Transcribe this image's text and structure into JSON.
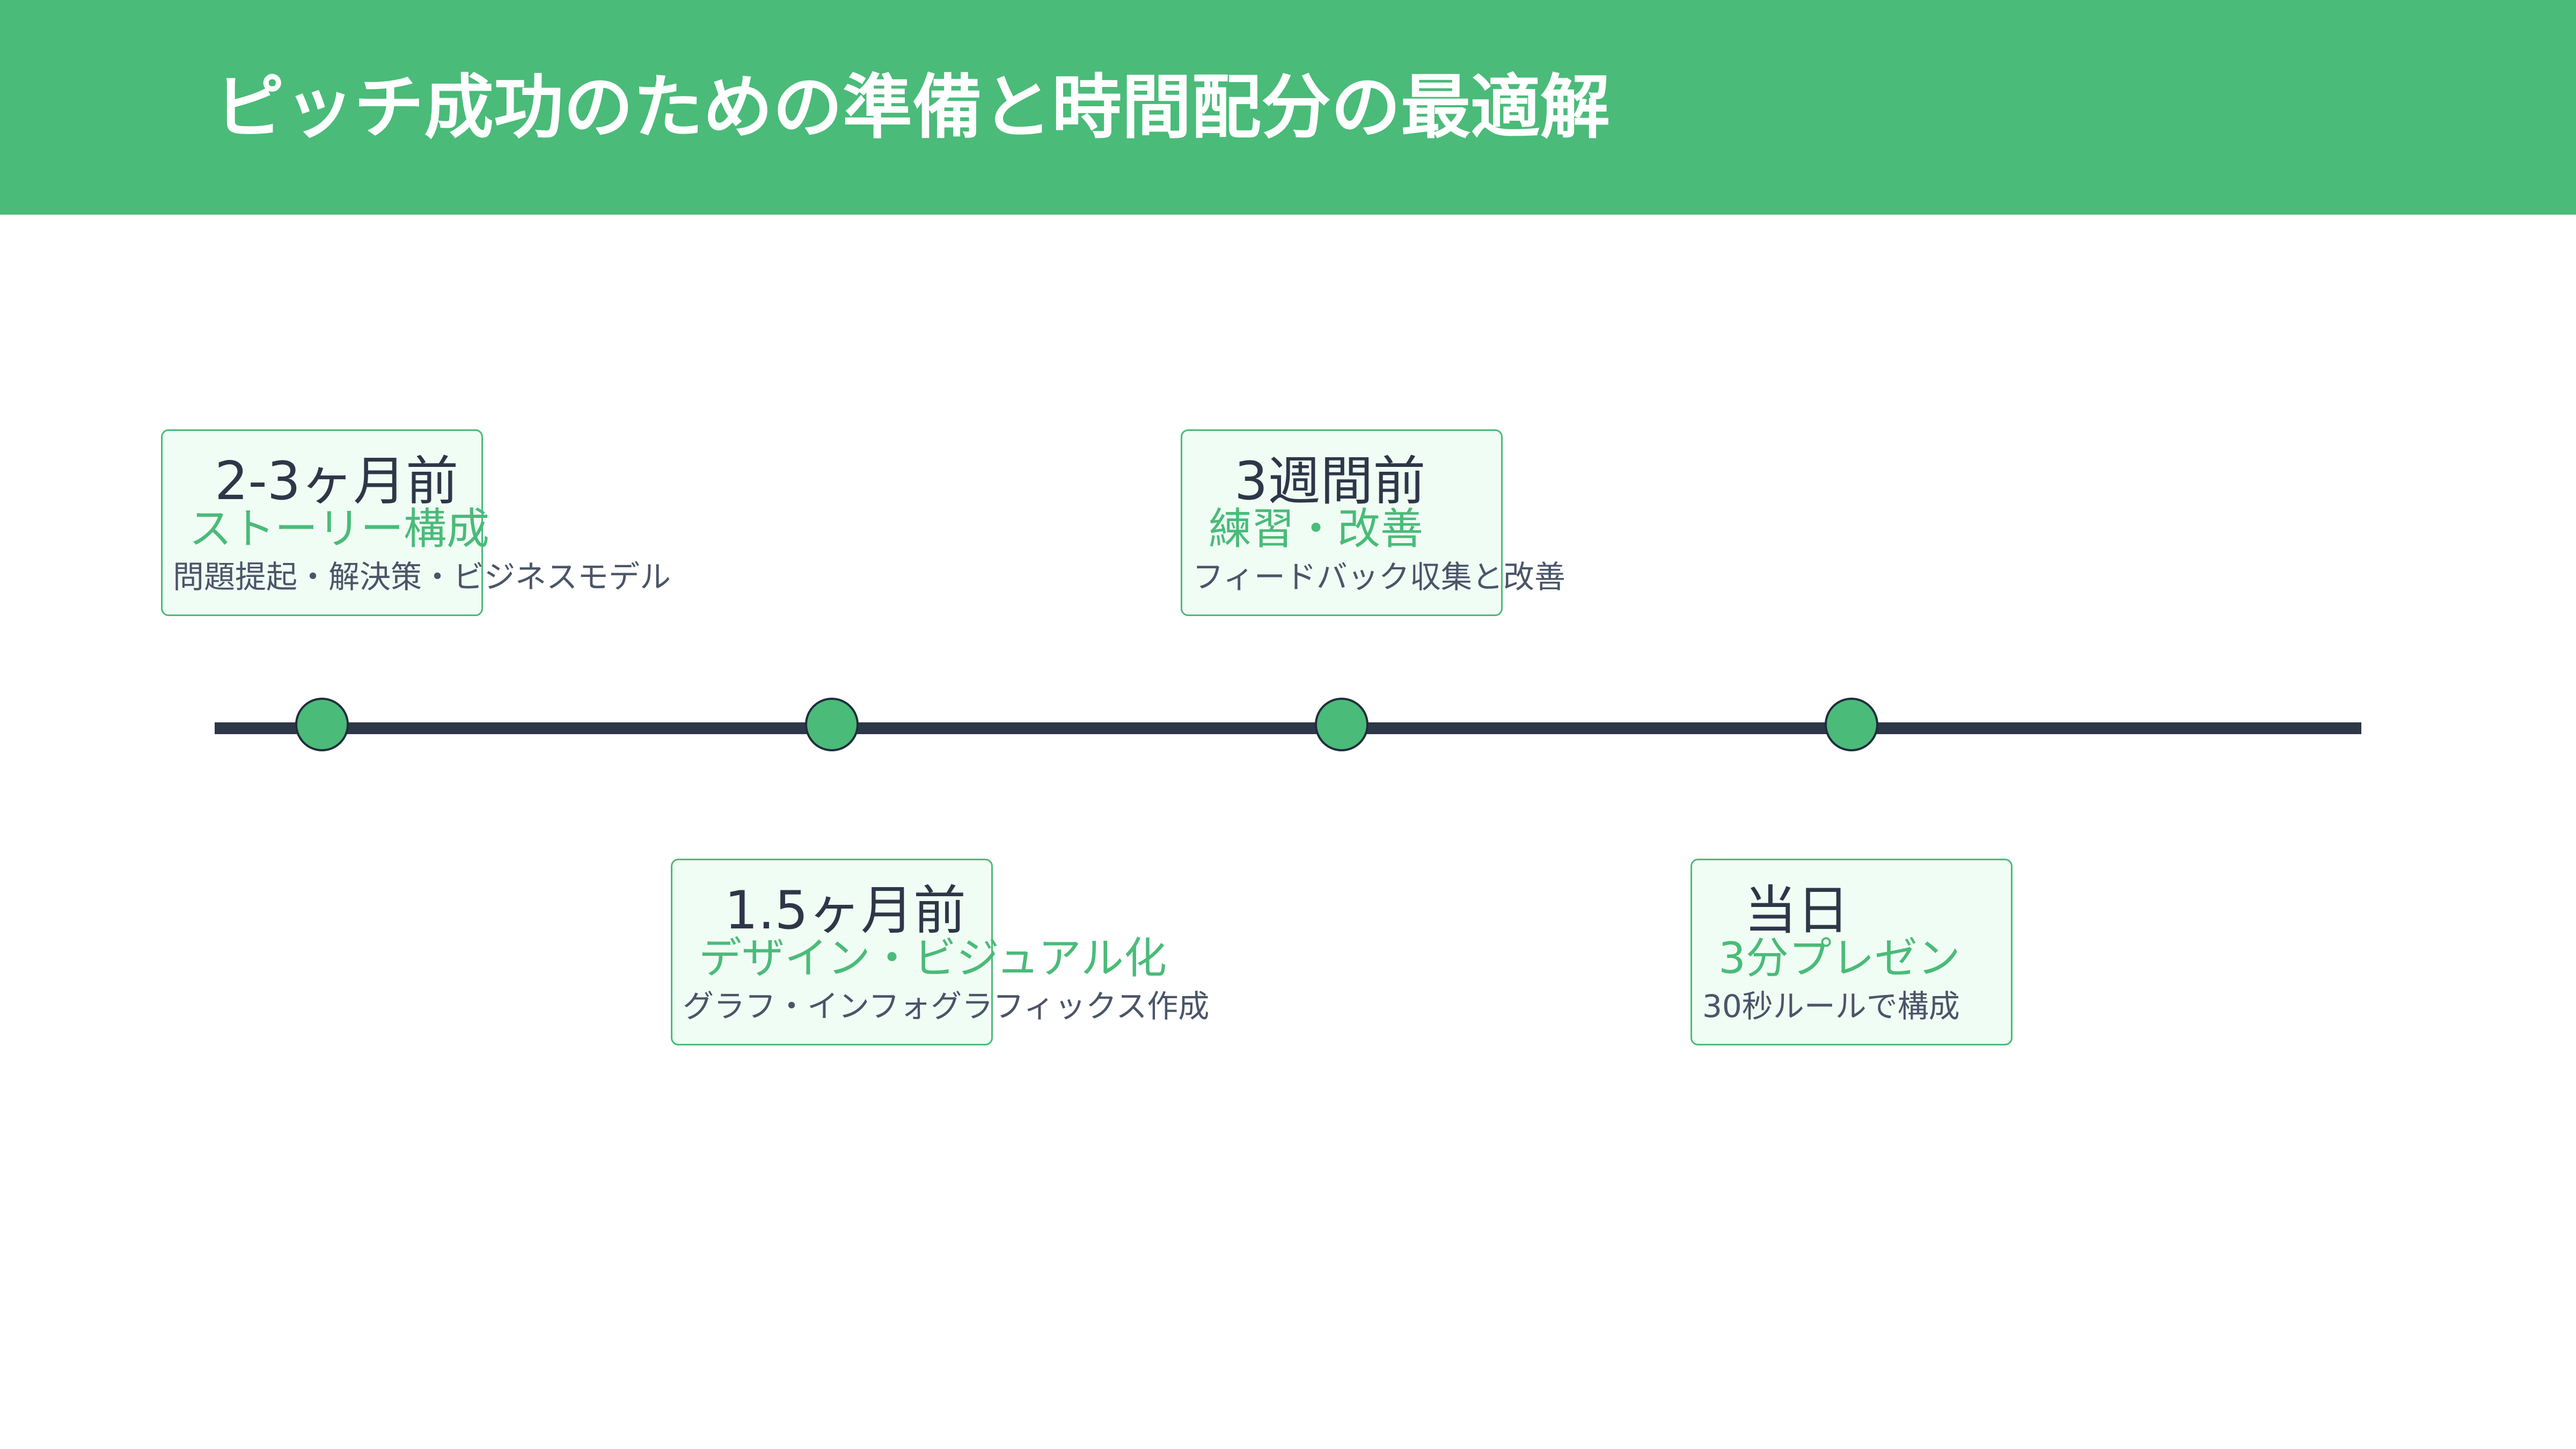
{
  "colors": {
    "accent": "#4abb79",
    "card_fill": "#f0fdf4",
    "line": "#2d3748",
    "dark_text": "#2d3748",
    "detail_text": "#4a5568",
    "header_text": "#ffffff",
    "node_stroke": "#1f2d3d"
  },
  "header": {
    "title": "ピッチ成功のための準備と時間配分の最適解"
  },
  "milestones": [
    {
      "period": "2-3ヶ月前",
      "topic": "ストーリー構成",
      "detail": "問題提起・解決策・ビジネスモデル",
      "placement": "above"
    },
    {
      "period": "1.5ヶ月前",
      "topic": "デザイン・ビジュアル化",
      "detail": "グラフ・インフォグラフィックス作成",
      "placement": "below"
    },
    {
      "period": "3週間前",
      "topic": "練習・改善",
      "detail": "フィードバック収集と改善",
      "placement": "above"
    },
    {
      "period": "当日",
      "topic": "3分プレゼン",
      "detail": "30秒ルールで構成",
      "placement": "below"
    }
  ]
}
